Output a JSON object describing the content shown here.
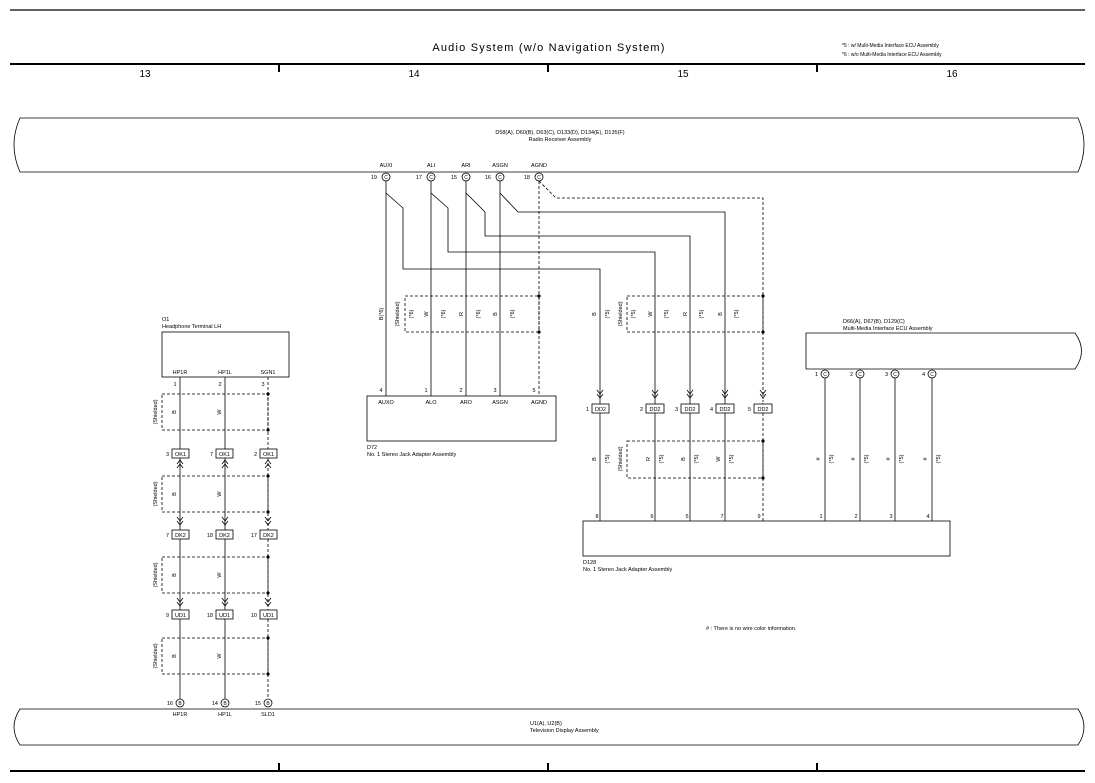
{
  "header": {
    "title": "Audio System (w/o Navigation System)",
    "notes": [
      "*5 : w/ Multi-Media Interface ECU Assembly",
      "*6 : w/o Multi-Media Interface ECU Assembly"
    ],
    "columns": [
      "13",
      "14",
      "15",
      "16"
    ]
  },
  "radio": {
    "id": "D58(A), D60(B), D63(C), D133(D), D134(E), D135(F)",
    "name": "Radio Receiver Assembly",
    "pins": [
      {
        "label": "AUXI",
        "num": "19",
        "conn": "C"
      },
      {
        "label": "ALI",
        "num": "17",
        "conn": "C"
      },
      {
        "label": "ARI",
        "num": "15",
        "conn": "C"
      },
      {
        "label": "ASGN",
        "num": "16",
        "conn": "C"
      },
      {
        "label": "AGND",
        "num": "18",
        "conn": "C"
      }
    ]
  },
  "headphone": {
    "id": "O1",
    "name": "Headphone Terminal LH",
    "pins": [
      {
        "label": "HP1R",
        "num": "1"
      },
      {
        "label": "HP1L",
        "num": "2"
      },
      {
        "label": "SGN1",
        "num": "3"
      }
    ]
  },
  "d72": {
    "id": "D72",
    "name": "No. 1 Stereo Jack Adapter Assembly",
    "pins": [
      {
        "label": "AUXO",
        "num": "4"
      },
      {
        "label": "ALO",
        "num": "1"
      },
      {
        "label": "ARO",
        "num": "2"
      },
      {
        "label": "ASGN",
        "num": "3"
      },
      {
        "label": "AGND",
        "num": "5"
      }
    ]
  },
  "mmi": {
    "id": "D66(A), D67(B), D129(C)",
    "name": "Multi-Media Interface ECU Assembly",
    "pins": [
      {
        "num": "1",
        "conn": "C"
      },
      {
        "num": "2",
        "conn": "C"
      },
      {
        "num": "3",
        "conn": "C"
      },
      {
        "num": "4",
        "conn": "C"
      }
    ]
  },
  "d128": {
    "id": "D128",
    "name": "No. 1 Stereo Jack Adapter Assembly",
    "pins": [
      "8",
      "6",
      "5",
      "7",
      "9",
      "1",
      "2",
      "3",
      "4"
    ]
  },
  "tv": {
    "id": "U1(A), U2(B)",
    "name": "Television Display Assembly",
    "pins": [
      {
        "label": "HP1R",
        "num": "16",
        "conn": "B"
      },
      {
        "label": "HP1L",
        "num": "14",
        "conn": "B"
      },
      {
        "label": "SLD1",
        "num": "15",
        "conn": "B"
      }
    ]
  },
  "connectors": {
    "ok1": {
      "code": "OK1",
      "nums": [
        "3",
        "7",
        "2"
      ]
    },
    "dk2": {
      "code": "DK2",
      "nums": [
        "7",
        "18",
        "17"
      ]
    },
    "ud1": {
      "code": "UD1",
      "nums": [
        "9",
        "18",
        "10"
      ]
    },
    "dd2": {
      "code": "DD2",
      "nums": [
        "1",
        "2",
        "3",
        "4",
        "5"
      ]
    }
  },
  "shielded_label": "(Shielded)",
  "wire_colors": {
    "headphone": [
      "B",
      "W"
    ],
    "radio_d72_left": "B(*6)",
    "radio_d72_shield": [
      "W",
      "R",
      "B"
    ],
    "radio_d72_tag": "(*6)",
    "radio_dd2_left": "B",
    "radio_dd2_shield": [
      "W",
      "R",
      "B"
    ],
    "radio_dd2_tag": "(*5)",
    "dd2_d128": [
      "B",
      "R",
      "B",
      "W"
    ],
    "mmi_d128": "#",
    "mmi_tag": "(*5)"
  },
  "footnote": "# : There is no wire color information."
}
